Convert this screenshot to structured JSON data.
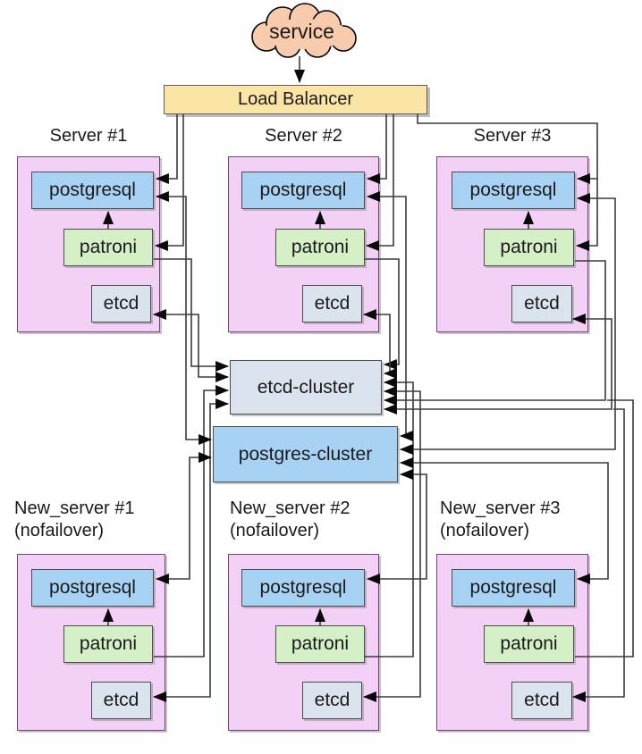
{
  "service_label": "service",
  "load_balancer_label": "Load Balancer",
  "servers": [
    {
      "title": "Server #1",
      "components": [
        "postgresql",
        "patroni",
        "etcd"
      ]
    },
    {
      "title": "Server #2",
      "components": [
        "postgresql",
        "patroni",
        "etcd"
      ]
    },
    {
      "title": "Server #3",
      "components": [
        "postgresql",
        "patroni",
        "etcd"
      ]
    }
  ],
  "new_servers": [
    {
      "title_line1": "New_server #1",
      "title_line2": "(nofailover)",
      "components": [
        "postgresql",
        "patroni",
        "etcd"
      ]
    },
    {
      "title_line1": "New_server #2",
      "title_line2": "(nofailover)",
      "components": [
        "postgresql",
        "patroni",
        "etcd"
      ]
    },
    {
      "title_line1": "New_server #3",
      "title_line2": "(nofailover)",
      "components": [
        "postgresql",
        "patroni",
        "etcd"
      ]
    }
  ],
  "clusters": {
    "etcd_label": "etcd-cluster",
    "postgres_label": "postgres-cluster"
  },
  "colors": {
    "cloud": "#f8cbad",
    "load_balancer": "#fbe5a4",
    "server_group": "#f3d1f6",
    "postgresql": "#a8d2f4",
    "patroni": "#d5efc6",
    "etcd": "#dbe3ee",
    "connector": "#3a3a3a"
  }
}
